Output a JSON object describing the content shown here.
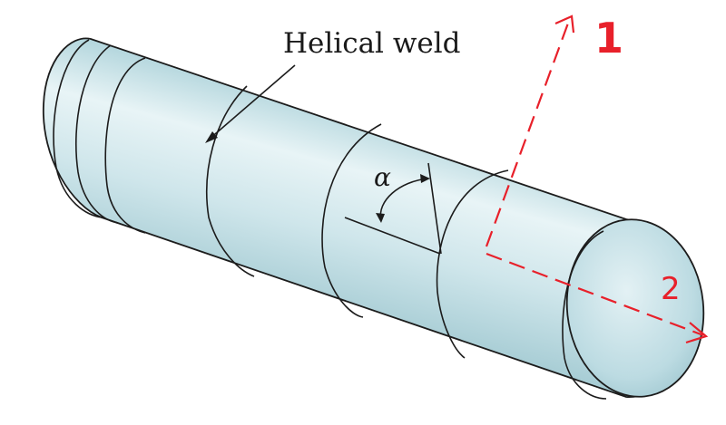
{
  "labels": {
    "weld": "Helical weld",
    "angle": "α",
    "axis_1": "1",
    "axis_2": "2"
  },
  "colors": {
    "annotation": "#e8202a",
    "outline": "#1c1c1c",
    "tube_dark": "#9cc6cf",
    "tube_light": "#eef7f8"
  }
}
